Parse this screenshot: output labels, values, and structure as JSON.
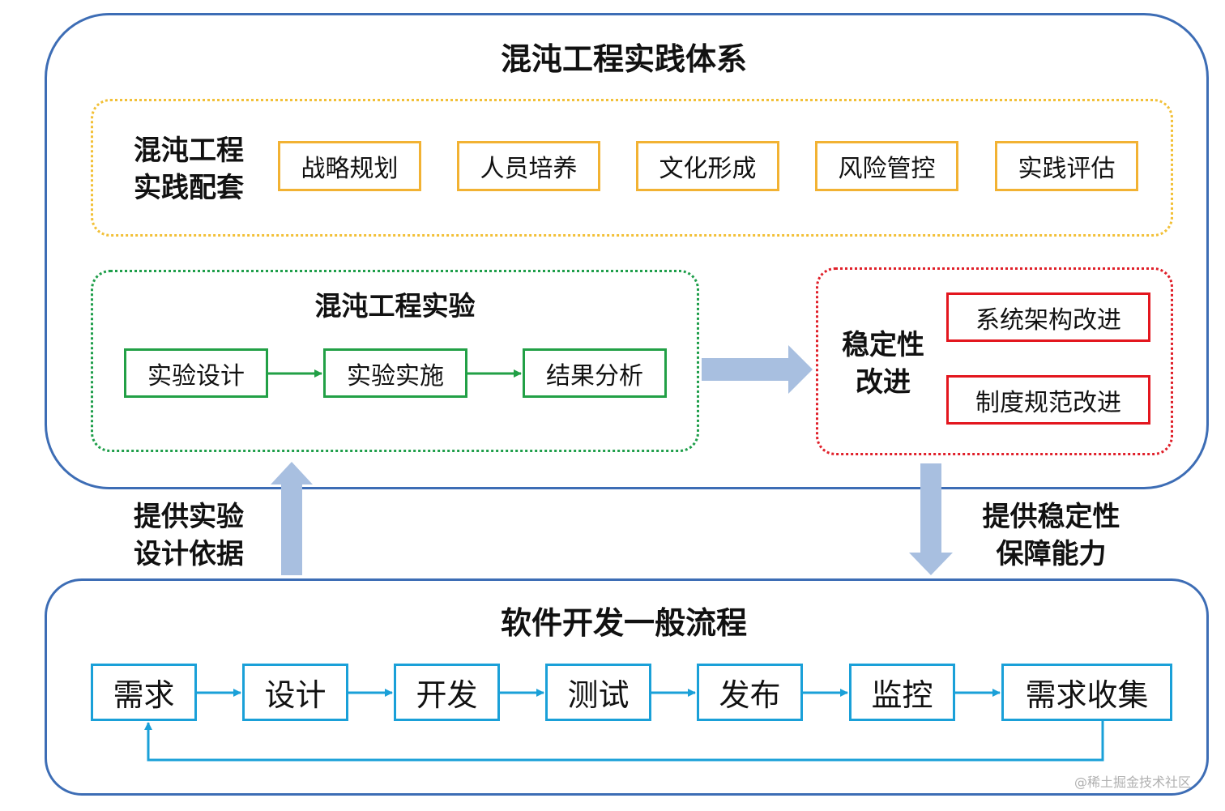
{
  "main_title": "混沌工程实践体系",
  "support": {
    "title_line1": "混沌工程",
    "title_line2": "实践配套",
    "items": [
      "战略规划",
      "人员培养",
      "文化形成",
      "风险管控",
      "实践评估"
    ]
  },
  "experiment": {
    "title": "混沌工程实验",
    "steps": [
      "实验设计",
      "实验实施",
      "结果分析"
    ]
  },
  "stability": {
    "title_line1": "稳定性",
    "title_line2": "改进",
    "items": [
      "系统架构改进",
      "制度规范改进"
    ]
  },
  "left_arrow_label": {
    "line1": "提供实验",
    "line2": "设计依据"
  },
  "right_arrow_label": {
    "line1": "提供稳定性",
    "line2": "保障能力"
  },
  "process": {
    "title": "软件开发一般流程",
    "steps": [
      "需求",
      "设计",
      "开发",
      "测试",
      "发布",
      "监控",
      "需求收集"
    ]
  },
  "watermark": "@稀土掘金技术社区",
  "colors": {
    "frame_blue": "#3d6db5",
    "support_orange": "#f2b233",
    "experiment_green": "#22a046",
    "stability_red": "#e3161e",
    "process_blue": "#1aa0d8",
    "big_arrow": "#a8bfe0"
  }
}
